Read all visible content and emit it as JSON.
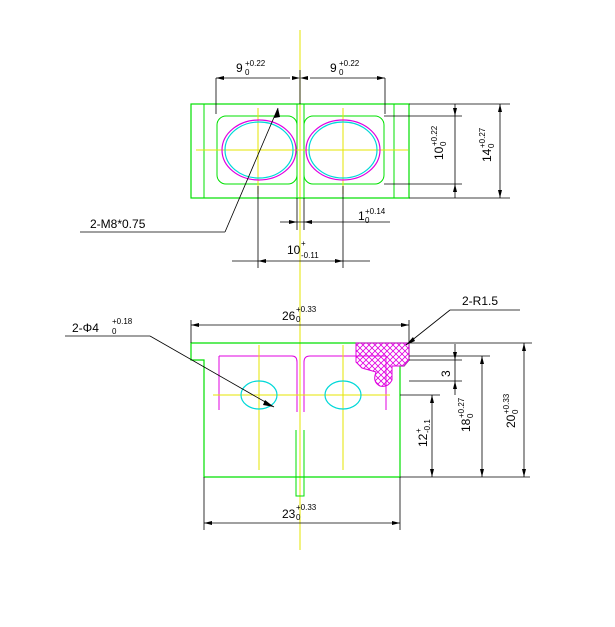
{
  "top_view": {
    "dim_left_width": {
      "base": "9",
      "lower": "0",
      "upper": "+0.22"
    },
    "dim_right_width": {
      "base": "9",
      "lower": "0",
      "upper": "+0.22"
    },
    "dim_inner_height": {
      "base": "10",
      "lower": "0",
      "upper": "+0.22"
    },
    "dim_outer_height": {
      "base": "14",
      "lower": "0",
      "upper": "+0.27"
    },
    "dim_slot": {
      "base": "1",
      "lower": "0",
      "upper": "+0.14"
    },
    "dim_center": {
      "base": "10",
      "lower": "-0.11",
      "upper": "+"
    },
    "thread_label": "2-M8*0.75"
  },
  "front_view": {
    "dim_total_width": {
      "base": "26",
      "lower": "0",
      "upper": "+0.33"
    },
    "dim_bottom_width": {
      "base": "23",
      "lower": "0",
      "upper": "+0.33"
    },
    "hole_label": {
      "prefix": "2-Φ4",
      "lower": "0",
      "upper": "+0.18"
    },
    "radius_label": "2-R1.5",
    "dim_step": "3",
    "dim_inner": {
      "base": "12",
      "lower": "-0.1",
      "upper": "+"
    },
    "dim_mid": {
      "base": "18",
      "lower": "0",
      "upper": "+0.27"
    },
    "dim_outer": {
      "base": "20",
      "lower": "0",
      "upper": "+0.33"
    }
  },
  "colors": {
    "outline": "#00e000",
    "center": "#e6e600",
    "hole": "#00d8d8",
    "thread": "#e000e0",
    "dimension": "#000000"
  }
}
